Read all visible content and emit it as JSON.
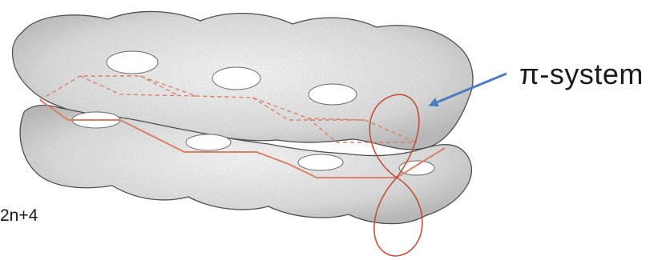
{
  "labels": {
    "pi_system": "π-system",
    "electron_count": "2n+4"
  },
  "colors": {
    "cloud_fill": "#ededed",
    "cloud_stroke": "#4a4a4a",
    "skeleton": "#d9806a",
    "orbital": "#c0503a",
    "arrow": "#4a7ec0",
    "text": "#1a1a1a"
  },
  "icons": {
    "arrow": "arrow-pointing-to-orbital"
  }
}
